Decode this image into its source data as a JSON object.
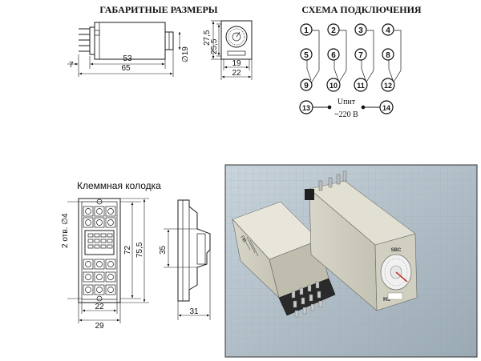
{
  "titles": {
    "dimensions": "ГАБАРИТНЫЕ РАЗМЕРЫ",
    "wiring": "СХЕМА ПОДКЛЮЧЕНИЯ",
    "terminal_block": "Клеммная колодка"
  },
  "relay_dims": {
    "d7": "7",
    "d53": "53",
    "d65": "65",
    "d19dia": "∅19",
    "d27_5": "27,5",
    "d25_5": "25,5",
    "d19": "19",
    "d22": "22"
  },
  "socket_dims": {
    "holes": "2 отв. ∅4",
    "d72": "72",
    "d75_5": "75,5",
    "d22": "22",
    "d29": "29",
    "d35": "35",
    "d31": "31"
  },
  "wiring": {
    "pins": [
      "1",
      "2",
      "3",
      "4",
      "5",
      "6",
      "7",
      "8",
      "9",
      "10",
      "11",
      "12",
      "13",
      "14"
    ],
    "supply_label": "Uпит",
    "supply_value": "~220 В"
  },
  "photo": {
    "label_left": "ПВ",
    "label_right": "Н3",
    "brand": "SBC"
  }
}
